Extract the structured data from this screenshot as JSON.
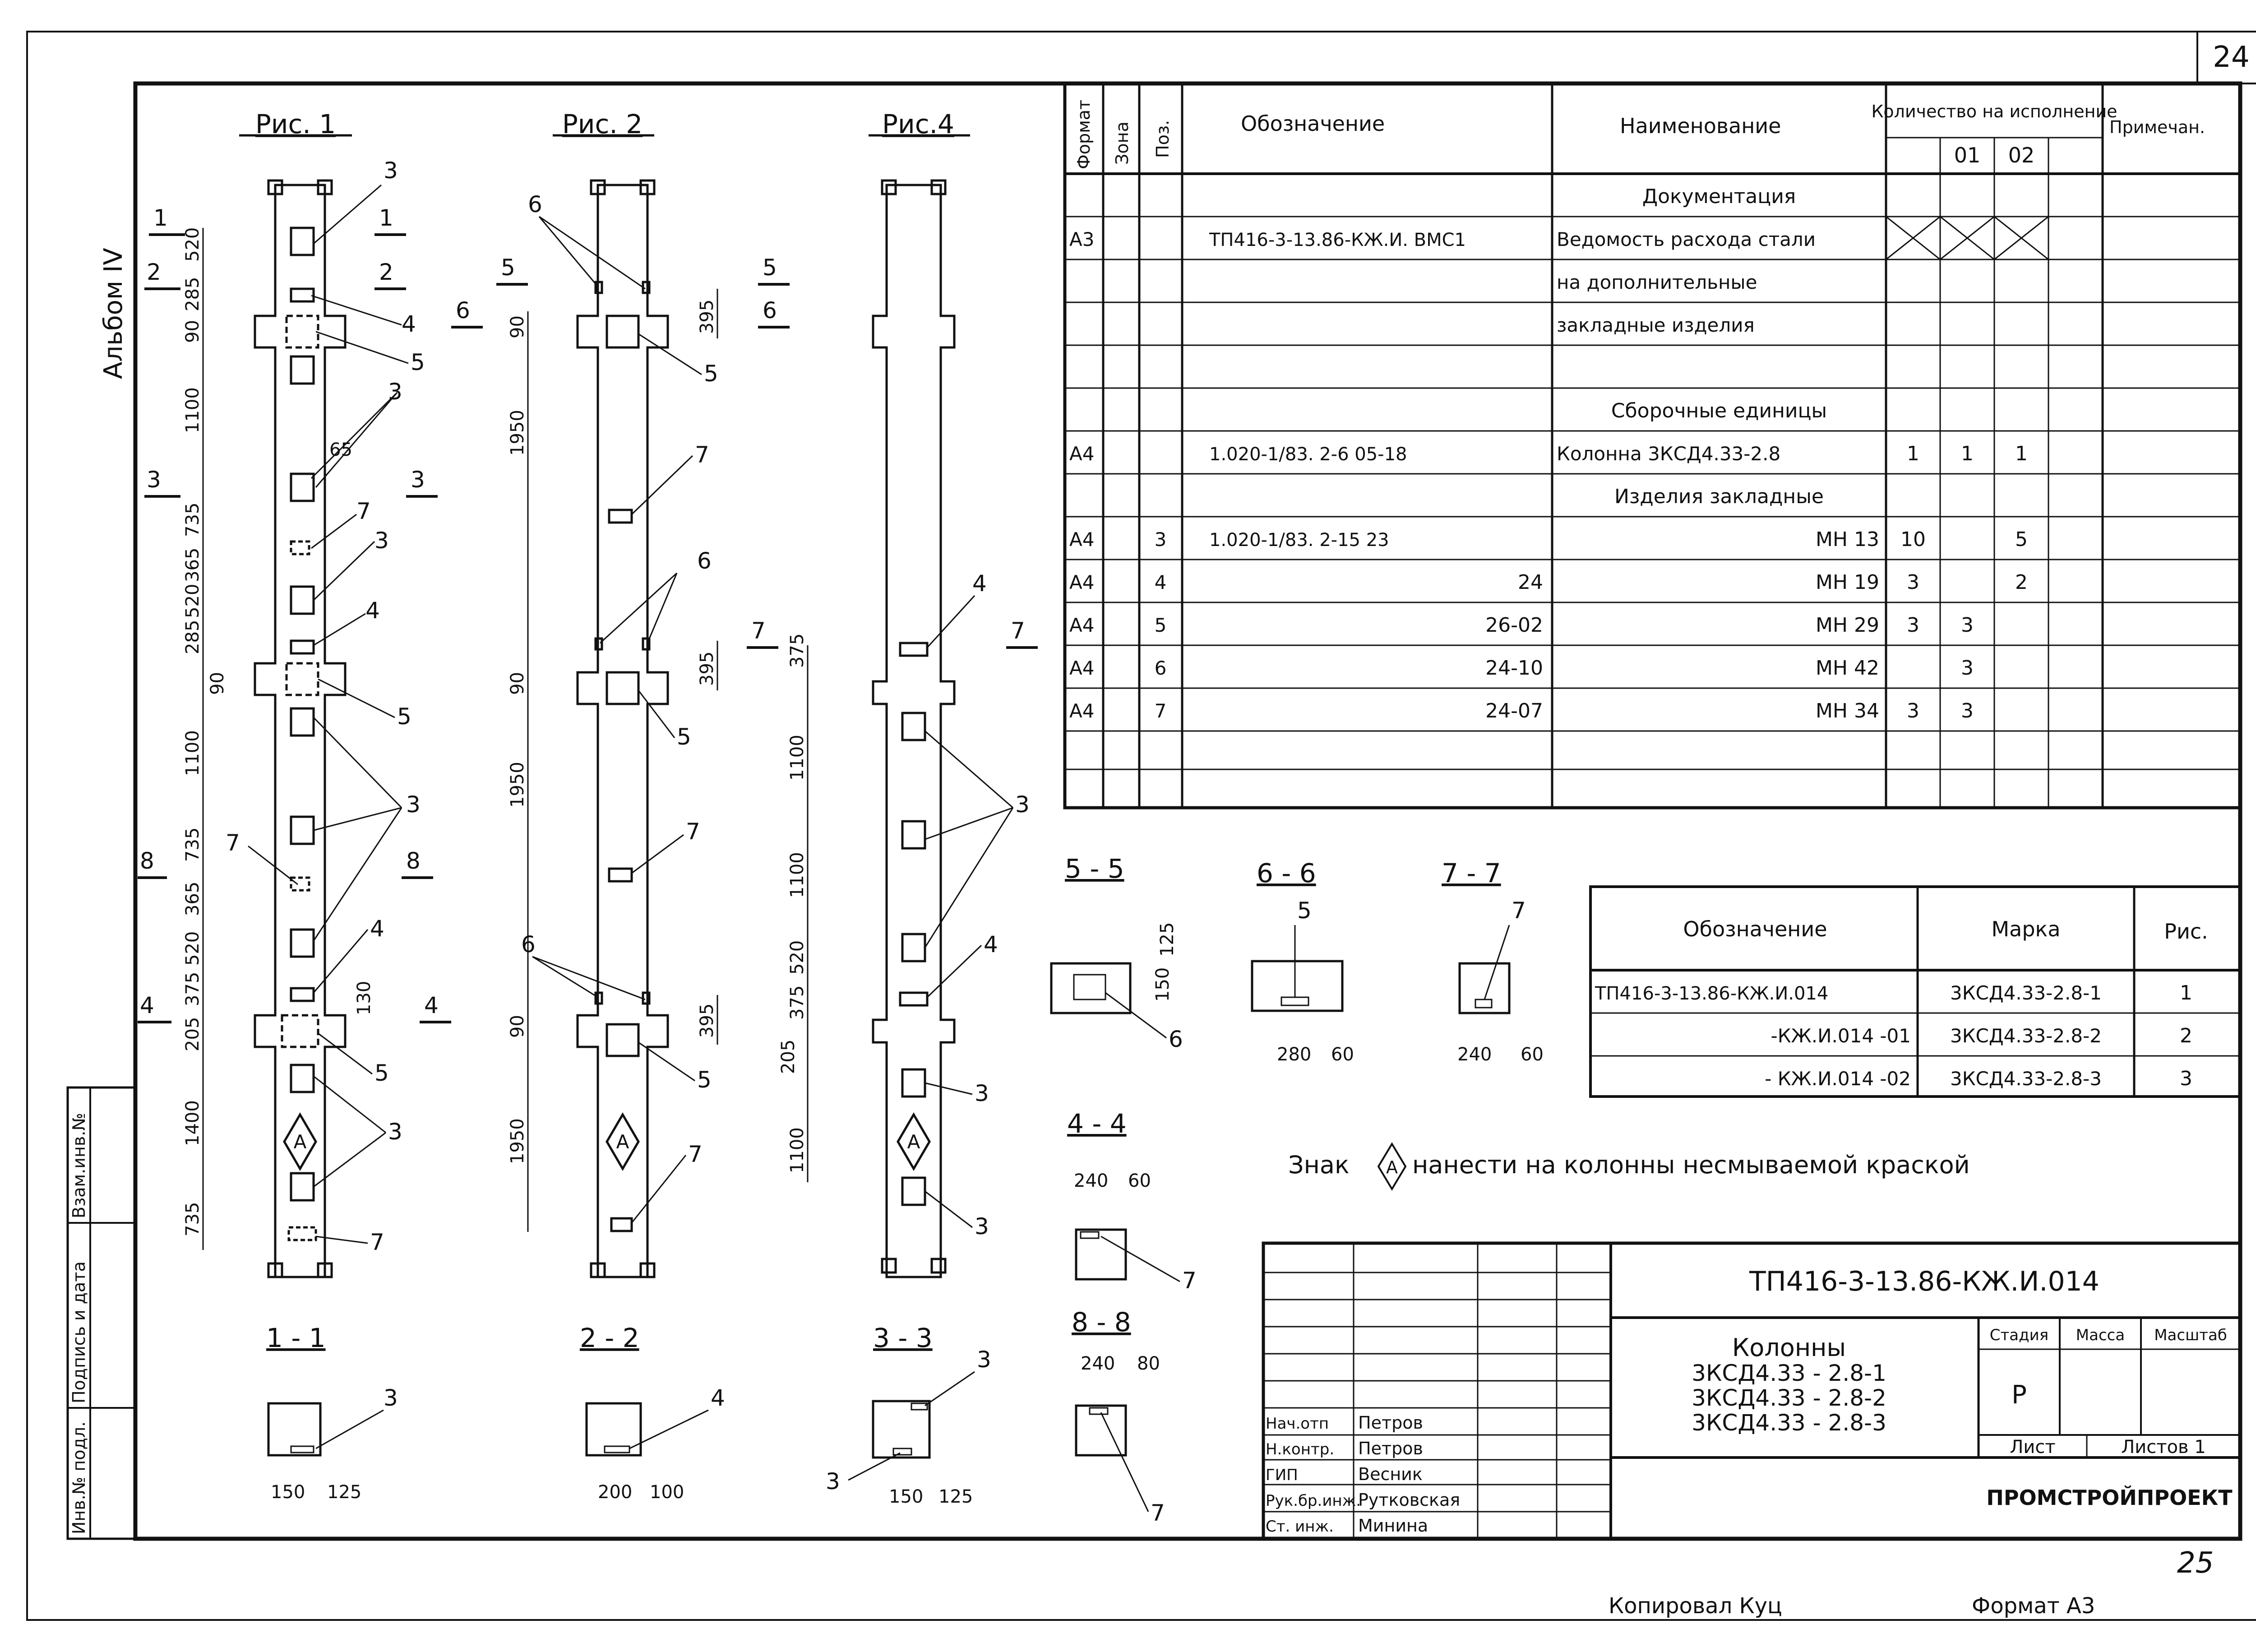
{
  "sheet_number": "24",
  "album_label": "Альбом IV",
  "figures": {
    "fig1": "Рис. 1",
    "fig2": "Рис. 2",
    "fig4": "Рис.4"
  },
  "sections": {
    "s11": "1 - 1",
    "s22": "2 - 2",
    "s33": "3 - 3",
    "s55": "5 - 5",
    "s66": "6 - 6",
    "s77": "7 - 7",
    "s44": "4 - 4",
    "s88": "8 - 8"
  },
  "cut_marks": [
    "1",
    "2",
    "3",
    "4",
    "5",
    "6",
    "7",
    "8"
  ],
  "fig1_dims": [
    "520",
    "285",
    "90",
    "1100",
    "65",
    "735",
    "365",
    "520",
    "285",
    "90",
    "1100",
    "735",
    "365",
    "520",
    "375",
    "130",
    "205",
    "1400",
    "735"
  ],
  "fig2_dims": [
    "90",
    "395",
    "1950",
    "90",
    "395",
    "1950",
    "90",
    "395",
    "1950"
  ],
  "fig4_dims": [
    "375",
    "1100",
    "1100",
    "520",
    "375",
    "205",
    "1100"
  ],
  "section_dims": {
    "s11": [
      "150",
      "125"
    ],
    "s22": [
      "200",
      "100"
    ],
    "s33": [
      "150",
      "125"
    ],
    "s55": [
      "125",
      "150"
    ],
    "s66": [
      "280",
      "60"
    ],
    "s77": [
      "240",
      "60"
    ],
    "s44": [
      "240",
      "60"
    ],
    "s88": [
      "240",
      "80"
    ]
  },
  "callouts": [
    "3",
    "4",
    "5",
    "6",
    "7"
  ],
  "mark_symbol": "A",
  "spec_table": {
    "headers": {
      "format": "Формат",
      "zone": "Зона",
      "pos": "Поз.",
      "designation": "Обозначение",
      "name": "Наименование",
      "qty": "Количество на исполнение",
      "qty_cols": [
        "01",
        "02"
      ],
      "note": "Примечан."
    },
    "rows": [
      {
        "format": "",
        "pos": "",
        "designation": "",
        "name": "Документация",
        "q0": "",
        "q1": "",
        "q2": ""
      },
      {
        "format": "А3",
        "pos": "",
        "designation": "ТП416-3-13.86-КЖ.И.   ВМС1",
        "name": "Ведомость расхода стали",
        "q0": "",
        "q1": "",
        "q2": ""
      },
      {
        "format": "",
        "pos": "",
        "designation": "",
        "name": "на дополнительные",
        "q0": "",
        "q1": "",
        "q2": ""
      },
      {
        "format": "",
        "pos": "",
        "designation": "",
        "name": "закладные изделия",
        "q0": "",
        "q1": "",
        "q2": ""
      },
      {
        "format": "",
        "pos": "",
        "designation": "",
        "name": "",
        "q0": "",
        "q1": "",
        "q2": ""
      },
      {
        "format": "",
        "pos": "",
        "designation": "",
        "name": "Сборочные единицы",
        "q0": "",
        "q1": "",
        "q2": ""
      },
      {
        "format": "А4",
        "pos": "",
        "designation": "1.020-1/83.  2-6   05-18",
        "name": "Колонна 3КСД4.33-2.8",
        "q0": "1",
        "q1": "1",
        "q2": "1"
      },
      {
        "format": "",
        "pos": "",
        "designation": "",
        "name": "Изделия закладные",
        "q0": "",
        "q1": "",
        "q2": ""
      },
      {
        "format": "А4",
        "pos": "3",
        "designation": "1.020-1/83. 2-15  23",
        "name": "МН 13",
        "q0": "10",
        "q1": "",
        "q2": "5"
      },
      {
        "format": "А4",
        "pos": "4",
        "designation": "24",
        "name": "МН 19",
        "q0": "3",
        "q1": "",
        "q2": "2"
      },
      {
        "format": "А4",
        "pos": "5",
        "designation": "26-02",
        "name": "МН 29",
        "q0": "3",
        "q1": "3",
        "q2": ""
      },
      {
        "format": "А4",
        "pos": "6",
        "designation": "24-10",
        "name": "МН 42",
        "q0": "",
        "q1": "3",
        "q2": ""
      },
      {
        "format": "А4",
        "pos": "7",
        "designation": "24-07",
        "name": "МН 34",
        "q0": "3",
        "q1": "3",
        "q2": ""
      },
      {
        "format": "",
        "pos": "",
        "designation": "",
        "name": "",
        "q0": "",
        "q1": "",
        "q2": ""
      },
      {
        "format": "",
        "pos": "",
        "designation": "",
        "name": "",
        "q0": "",
        "q1": "",
        "q2": ""
      }
    ]
  },
  "variant_table": {
    "headers": [
      "Обозначение",
      "Марка",
      "Рис."
    ],
    "rows": [
      [
        "ТП416-3-13.86-КЖ.И.014",
        "3КСД4.33-2.8-1",
        "1"
      ],
      [
        "-КЖ.И.014 -01",
        "3КСД4.33-2.8-2",
        "2"
      ],
      [
        "- КЖ.И.014 -02",
        "3КСД4.33-2.8-3",
        "3"
      ]
    ]
  },
  "note": {
    "before": "Знак",
    "after": "нанести на колонны   несмываемой краской"
  },
  "title_block": {
    "doc_code": "ТП416-3-13.86-КЖ.И.014",
    "title_lines": [
      "Колонны",
      "3КСД4.33 - 2.8-1",
      "3КСД4.33 - 2.8-2",
      "3КСД4.33 - 2.8-3"
    ],
    "stage_label": "Стадия",
    "mass_label": "Масса",
    "scale_label": "Масштаб",
    "stage_value": "Р",
    "sheet_label": "Лист",
    "sheets_label": "Листов 1",
    "organization": "ПРОМСТРОЙПРОЕКТ",
    "signatures": [
      {
        "role": "Нач.отп",
        "name": "Петров"
      },
      {
        "role": "Н.контр.",
        "name": "Петров"
      },
      {
        "role": "ГИП",
        "name": "Весник"
      },
      {
        "role": "Рук.бр.инж.",
        "name": "Рутковская"
      },
      {
        "role": "Ст. инж.",
        "name": "Минина"
      }
    ]
  },
  "side_stamp": [
    "Инв.№ подл.",
    "Подпись и дата",
    "Взам.инв.№"
  ],
  "footer": {
    "copied": "Копировал Куц",
    "format": "Формат А3",
    "page_handwritten": "25"
  }
}
